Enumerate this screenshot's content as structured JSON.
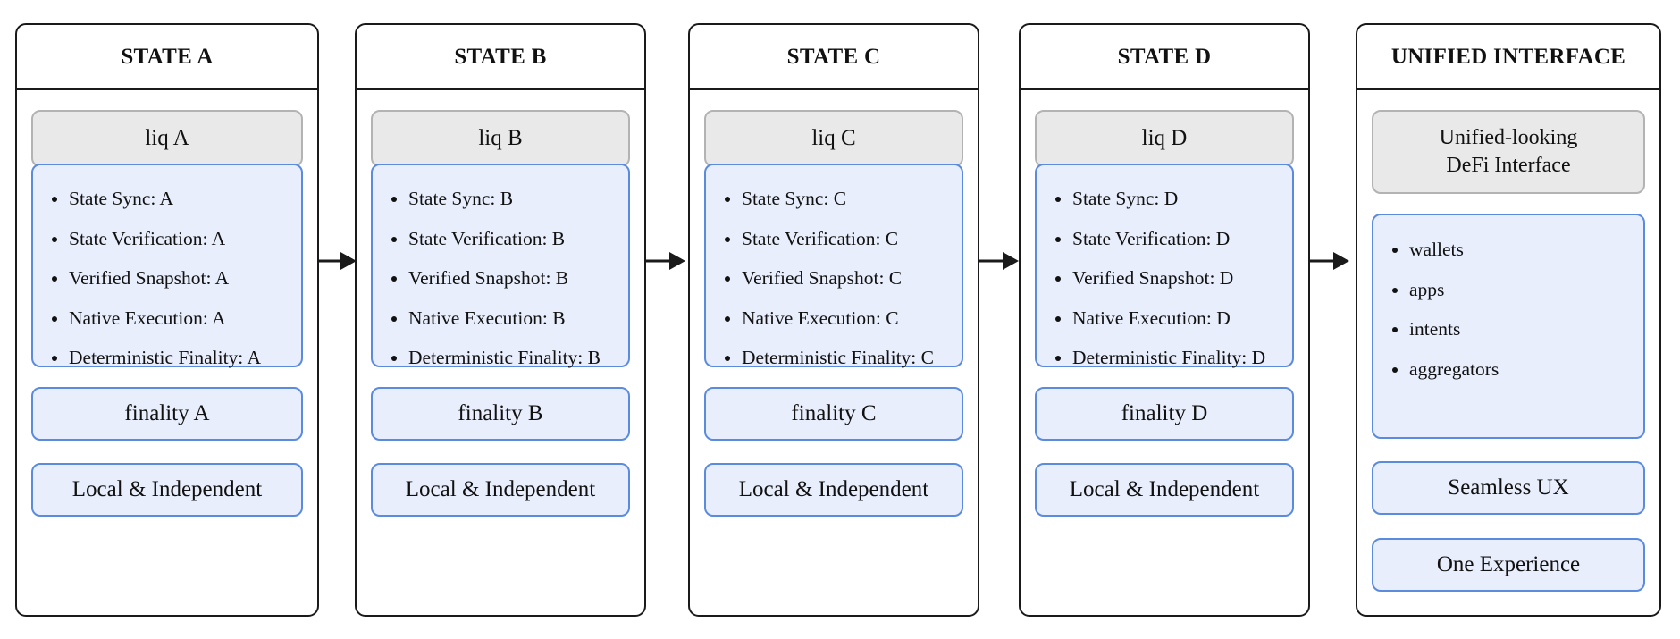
{
  "columns": [
    {
      "id": "a",
      "title": "STATE A",
      "liquidity": "liq A",
      "bullets": [
        "State Sync: A",
        "State Verification: A",
        "Verified Snapshot: A",
        "Native Execution: A",
        "Deterministic Finality: A"
      ],
      "finality": "finality A",
      "footer": "Local & Independent"
    },
    {
      "id": "b",
      "title": "STATE B",
      "liquidity": "liq B",
      "bullets": [
        "State Sync: B",
        "State Verification: B",
        "Verified Snapshot: B",
        "Native Execution: B",
        "Deterministic Finality: B"
      ],
      "finality": "finality B",
      "footer": "Local & Independent"
    },
    {
      "id": "c",
      "title": "STATE C",
      "liquidity": "liq C",
      "bullets": [
        "State Sync: C",
        "State Verification: C",
        "Verified Snapshot: C",
        "Native Execution: C",
        "Deterministic Finality: C"
      ],
      "finality": "finality C",
      "footer": "Local & Independent"
    },
    {
      "id": "d",
      "title": "STATE D",
      "liquidity": "liq D",
      "bullets": [
        "State Sync: D",
        "State Verification: D",
        "Verified Snapshot: D",
        "Native Execution: D",
        "Deterministic Finality: D"
      ],
      "finality": "finality D",
      "footer": "Local & Independent"
    }
  ],
  "unified": {
    "title": "UNIFIED INTERFACE",
    "interface_line1": "Unified-looking",
    "interface_line2": "DeFi Interface",
    "bullets": [
      "wallets",
      "apps",
      "intents",
      "aggregators"
    ],
    "ux": "Seamless UX",
    "footer": "One Experience"
  },
  "colors": {
    "border": "#1a1a1a",
    "gray_fill": "#e9e9e9",
    "blue_fill": "#e8eefc",
    "blue_border": "#5b8bde"
  }
}
